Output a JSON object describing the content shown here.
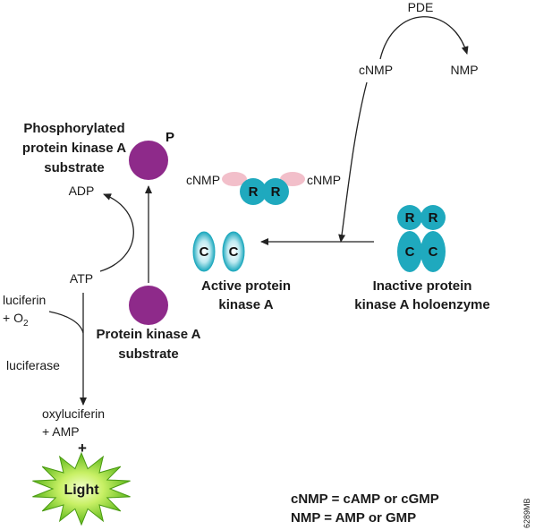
{
  "labels": {
    "pde": "PDE",
    "cnmp_top": "cNMP",
    "nmp": "NMP",
    "phospho_line1": "Phosphorylated",
    "phospho_line2": "protein kinase A",
    "phospho_line3": "substrate",
    "p": "P",
    "adp": "ADP",
    "atp": "ATP",
    "luciferin": "luciferin",
    "o2_prefix": "+ O",
    "o2_sub": "2",
    "luciferase": "luciferase",
    "oxyluciferin": "oxyluciferin",
    "amp": "+ AMP",
    "plus": "+",
    "light": "Light",
    "cnmp_left": "cNMP",
    "cnmp_right": "cNMP",
    "r": "R",
    "c": "C",
    "active_line1": "Active protein",
    "active_line2": "kinase A",
    "inactive_line1": "Inactive protein",
    "inactive_line2": "kinase A holoenzyme",
    "pka_sub_line1": "Protein kinase A",
    "pka_sub_line2": "substrate",
    "legend_line1": "cNMP = cAMP or cGMP",
    "legend_line2": "NMP = AMP or GMP",
    "code": "6289MB"
  },
  "colors": {
    "substrate": "#8e2a8a",
    "subunit": "#1fa9be",
    "cnmp_bead": "#f2bfca",
    "light_burst": "#7ed321",
    "arrow": "#222222"
  }
}
